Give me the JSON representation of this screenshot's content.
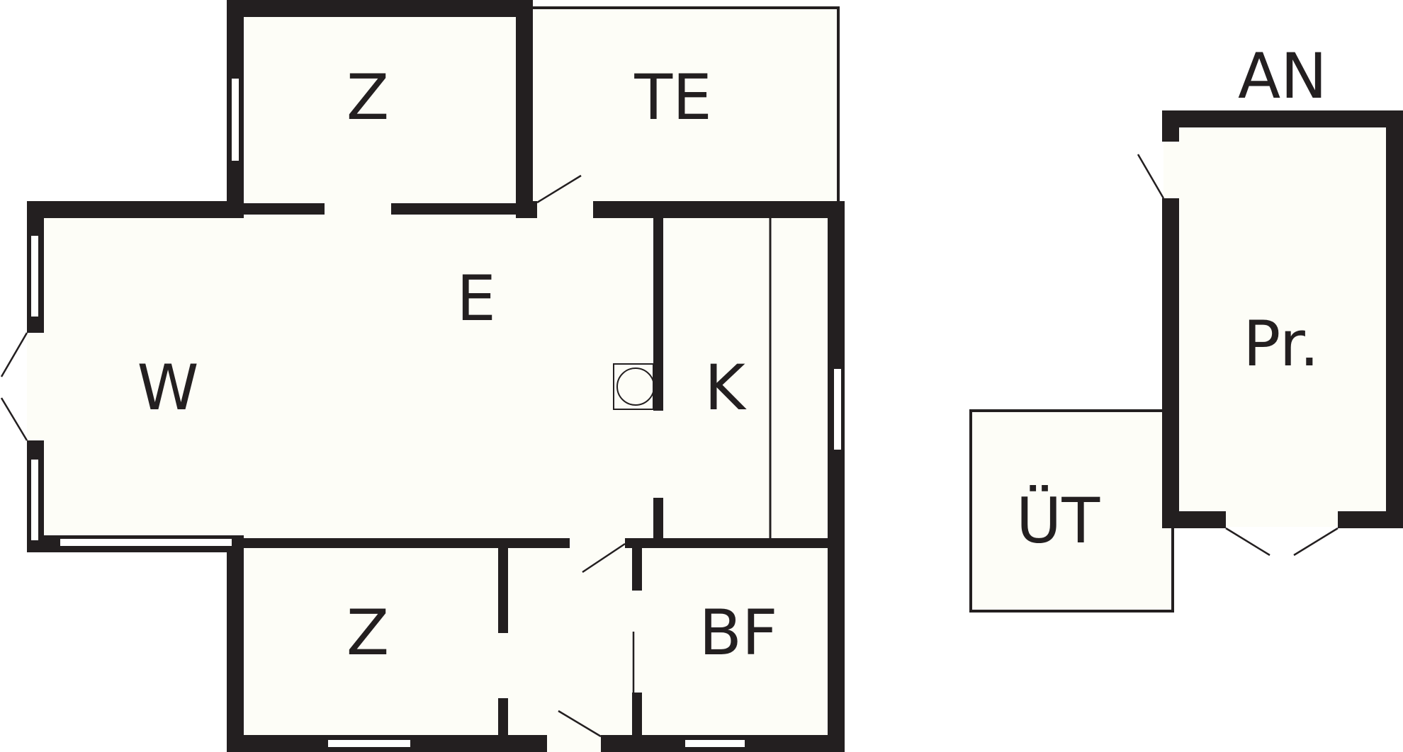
{
  "colors": {
    "wall": "#231f20",
    "room_fill": "#fdfdf7",
    "background": "#ffffff",
    "window_fill": "#ffffff"
  },
  "rooms": {
    "z_top": "Z",
    "te": "TE",
    "e": "E",
    "w": "W",
    "k": "K",
    "z_bottom": "Z",
    "bf": "BF",
    "an": "AN",
    "pr": "Pr.",
    "ut": "ÜT"
  }
}
